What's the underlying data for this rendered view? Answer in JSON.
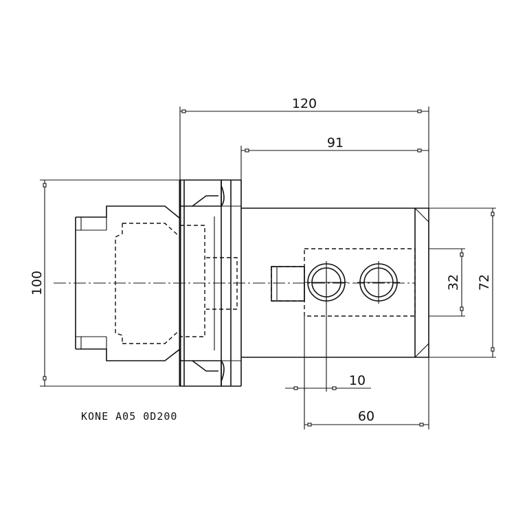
{
  "dimensions": {
    "overall_length": "120",
    "body_length": "91",
    "flange_diameter": "100",
    "body_width": "72",
    "port_spacing": "32",
    "port_offset": "10",
    "port_block_length": "60"
  },
  "note": "KONE  A05 0D200"
}
